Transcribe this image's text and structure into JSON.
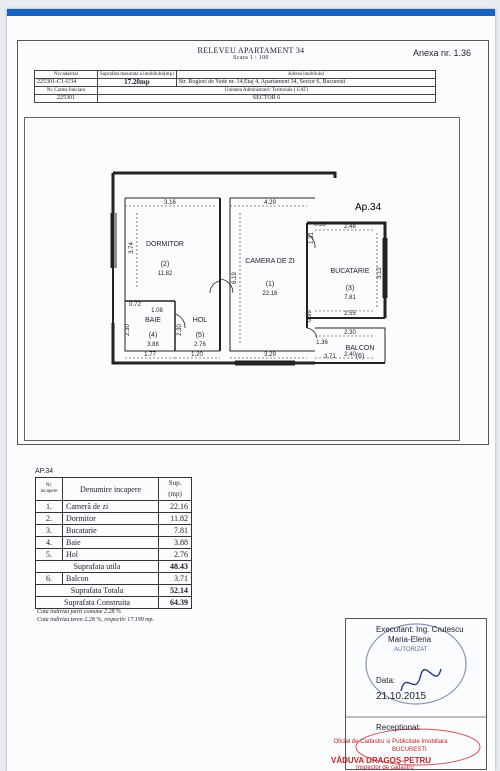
{
  "document": {
    "title": "RELEVEU APARTAMENT 34",
    "scale": "Scara 1 : 100",
    "annex": "Anexa nr. 1.36"
  },
  "header_table": {
    "col1_label": "Nr.cadastral",
    "col2_label": "Suprafata masurata a imobilului(mp)",
    "col3_label": "Adresa imobilului",
    "cadastral_no": "225301-C1-U34",
    "area": "17.20mp",
    "address": "Str. Rogiori de Vede nr. 14,Etaj 4, Apartament 34, Sector 6, Bucuresti",
    "carte_label": "Nr. Cartea funciara",
    "uat_label": "Unitatea Administrativ Teritoriala ( UAT)",
    "carte_no": "225301",
    "uat": "SECTOR 6"
  },
  "plan": {
    "ap_label": "Ap.34",
    "rooms": [
      {
        "name": "DORMITOR",
        "num": "(2)",
        "area": "11.82"
      },
      {
        "name": "CAMERA DE ZI",
        "num": "(1)",
        "area": "22.16"
      },
      {
        "name": "BUCATARIE",
        "num": "(3)",
        "area": "7.81"
      },
      {
        "name": "BAIE",
        "num": "(4)",
        "area": "3.88"
      },
      {
        "name": "HOL",
        "num": "(5)",
        "area": "2.76"
      },
      {
        "name": "BALCON",
        "num": "(6)",
        "area": "3.71"
      }
    ],
    "dims": {
      "d1": "3.16",
      "d2": "4.29",
      "d3": "0.35",
      "d4": "2.48",
      "d5": "3.74",
      "d6": "6.19",
      "d7": "3.12",
      "d8": "1.31",
      "d9": "2.55",
      "d10": "0.72",
      "d11": "1.08",
      "d12": "2.30",
      "d13": "2.30",
      "d14": "0.99",
      "d15": "2.30",
      "d16": "1.77",
      "d17": "1.20",
      "d18": "3.29",
      "d19": "2.40",
      "d20": "1.36"
    }
  },
  "rooms_table": {
    "ap_label": "AP.34",
    "h_num": "Nr. incapere",
    "h_name": "Denumire incapere",
    "h_area": "Sup.(mp)",
    "rows": [
      {
        "num": "1.",
        "name": "Camerã de zi",
        "area": "22.16"
      },
      {
        "num": "2.",
        "name": "Dormitor",
        "area": "11.82"
      },
      {
        "num": "3.",
        "name": "Bucatarie",
        "area": "7.81"
      },
      {
        "num": "4.",
        "name": "Baie",
        "area": "3.88"
      },
      {
        "num": "5.",
        "name": "Hol",
        "area": "2.76"
      }
    ],
    "util_label": "Suprafata utila",
    "util_value": "48.43",
    "balcon_num": "6.",
    "balcon_name": "Balcon",
    "balcon_area": "3.71",
    "total_label": "Suprafata Totala",
    "total_value": "52.14",
    "constr_label": "Suprafata Construita",
    "constr_value": "64.39"
  },
  "cota": {
    "line1": "Cota indiviza parti comune   2.28 %",
    "line2": "Cota indiviza teren                 2.28 %, respectiv 17.199 mp."
  },
  "signature": {
    "executant": "Executant: Ing. Crutescu",
    "name": "Maria-Elena",
    "stamp_word": "AUTORIZAT",
    "data_label": "Data:",
    "date": "21.10.2015",
    "receptionat": "Receptionat:",
    "office": "Oficial de Cadastru si Publicitate Imobiliara",
    "city": "BUCURESTI",
    "inspector_name": "VĂDUVA DRAGOŞ-PETRU",
    "inspector_title": "Inspector de cadastru"
  }
}
